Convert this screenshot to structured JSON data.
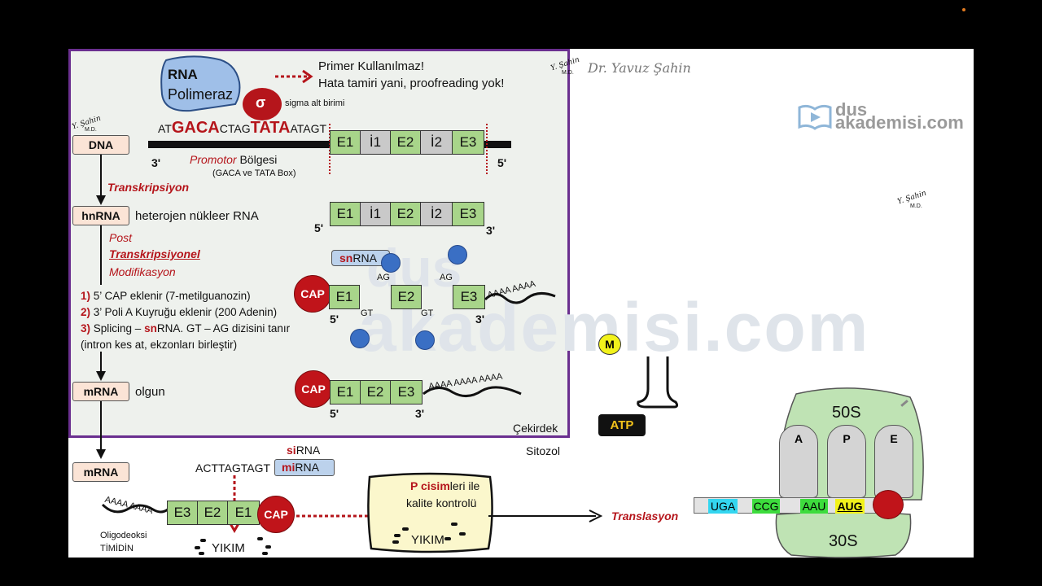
{
  "rna_polymerase": {
    "line1": "RNA",
    "line2": "Polimeraz",
    "sigma_symbol": "σ",
    "sigma_label": "sigma alt birimi"
  },
  "primer": {
    "line1": "Primer Kullanılmaz!",
    "line2": "Hata tamiri yani, proofreading yok!"
  },
  "author": {
    "signature": "Y. Şahin",
    "signature_sub": "M.D.",
    "name": "Dr. Yavuz Şahin"
  },
  "brand": {
    "top": "dus",
    "bottom": "akademisi.com"
  },
  "watermark": {
    "top": "dus",
    "bottom": "akademisi.com"
  },
  "dna_row": {
    "label": "DNA",
    "sequence": [
      {
        "text": "AT",
        "style": "small"
      },
      {
        "text": "GACA",
        "style": "big"
      },
      {
        "text": "CTAG",
        "style": "small"
      },
      {
        "text": "TATA",
        "style": "big"
      },
      {
        "text": "ATAGT",
        "style": "small"
      }
    ],
    "end3": "3'",
    "end5": "5'",
    "promoter_word": "Promotor",
    "promoter_rest": " Bölgesi",
    "promoter_note": "(GACA ve TATA Box)"
  },
  "gene": [
    "E1",
    "İ1",
    "E2",
    "İ2",
    "E3"
  ],
  "transcription": "Transkripsiyon",
  "hnrna": {
    "label": "hnRNA",
    "description": "heterojen nükleer RNA",
    "end5": "5'",
    "end3": "3'"
  },
  "ptm": {
    "line1": "Post",
    "line2": "Transkripsiyonel",
    "line3": "Modifikasyon"
  },
  "steps": [
    {
      "num": "1)",
      "text": " 5’ CAP eklenir (7-metilguanozin)"
    },
    {
      "num": "2)",
      "text": " 3’ Poli A Kuyruğu eklenir (200 Adenin)"
    },
    {
      "num": "3)",
      "pre": " Splicing – ",
      "hl": "sn",
      "post": "RNA. GT – AG dizisini tanır"
    }
  ],
  "step3_line2": "(intron kes at, ekzonları birleştir)",
  "splicing": {
    "snrna_prefix": "sn",
    "snrna_suffix": "RNA",
    "ag": "AG",
    "gt": "GT",
    "poly_a": "AAAA AAAA",
    "end5": "5'",
    "end3": "3'"
  },
  "cap": "CAP",
  "mrna_nuc": {
    "label": "mRNA",
    "description": "olgun",
    "exons": [
      "E1",
      "E2",
      "E3"
    ],
    "poly_a": "AAAA AAAA AAAA",
    "end5": "5'",
    "end3": "3'"
  },
  "compartments": {
    "nucleus": "Çekirdek",
    "cytosol": "Sitozol"
  },
  "cyto": {
    "mrna_label": "mRNA",
    "exons": [
      "E3",
      "E2",
      "E1"
    ],
    "poly_a": "AAAA AAAA",
    "sequence": "ACTTAGTAGT",
    "sirna_prefix": "si",
    "sirna_suffix": "RNA",
    "mirna_prefix": "mi",
    "mirna_suffix": "RNA",
    "degradation": "YIKIM",
    "oligo_line1": "Oligodeoksi",
    "oligo_line2": "TİMİDİN"
  },
  "p_body": {
    "pre": "P cisim",
    "post": "leri ile",
    "line2": "kalite kontrolü",
    "degradation": "YIKIM"
  },
  "translation": "Translasyon",
  "methionine": "M",
  "atp": "ATP",
  "ribosome": {
    "large": "50S",
    "small": "30S",
    "sites": [
      "A",
      "P",
      "E"
    ],
    "codons": [
      {
        "text": "UGA",
        "color": "#33d6f0"
      },
      {
        "text": "CCG",
        "color": "#3ddc3d"
      },
      {
        "text": "AAU",
        "color": "#3ddc3d"
      },
      {
        "text": "AUG",
        "color": "#f2f21b"
      }
    ]
  },
  "colors": {
    "accent_red": "#b5151b",
    "nucleus_border": "#6a2f8f",
    "exon": "#a8d58a",
    "intron": "#c9c9c9",
    "label_bg": "#fbe4d6",
    "ribosome": "#bfe3b4"
  }
}
